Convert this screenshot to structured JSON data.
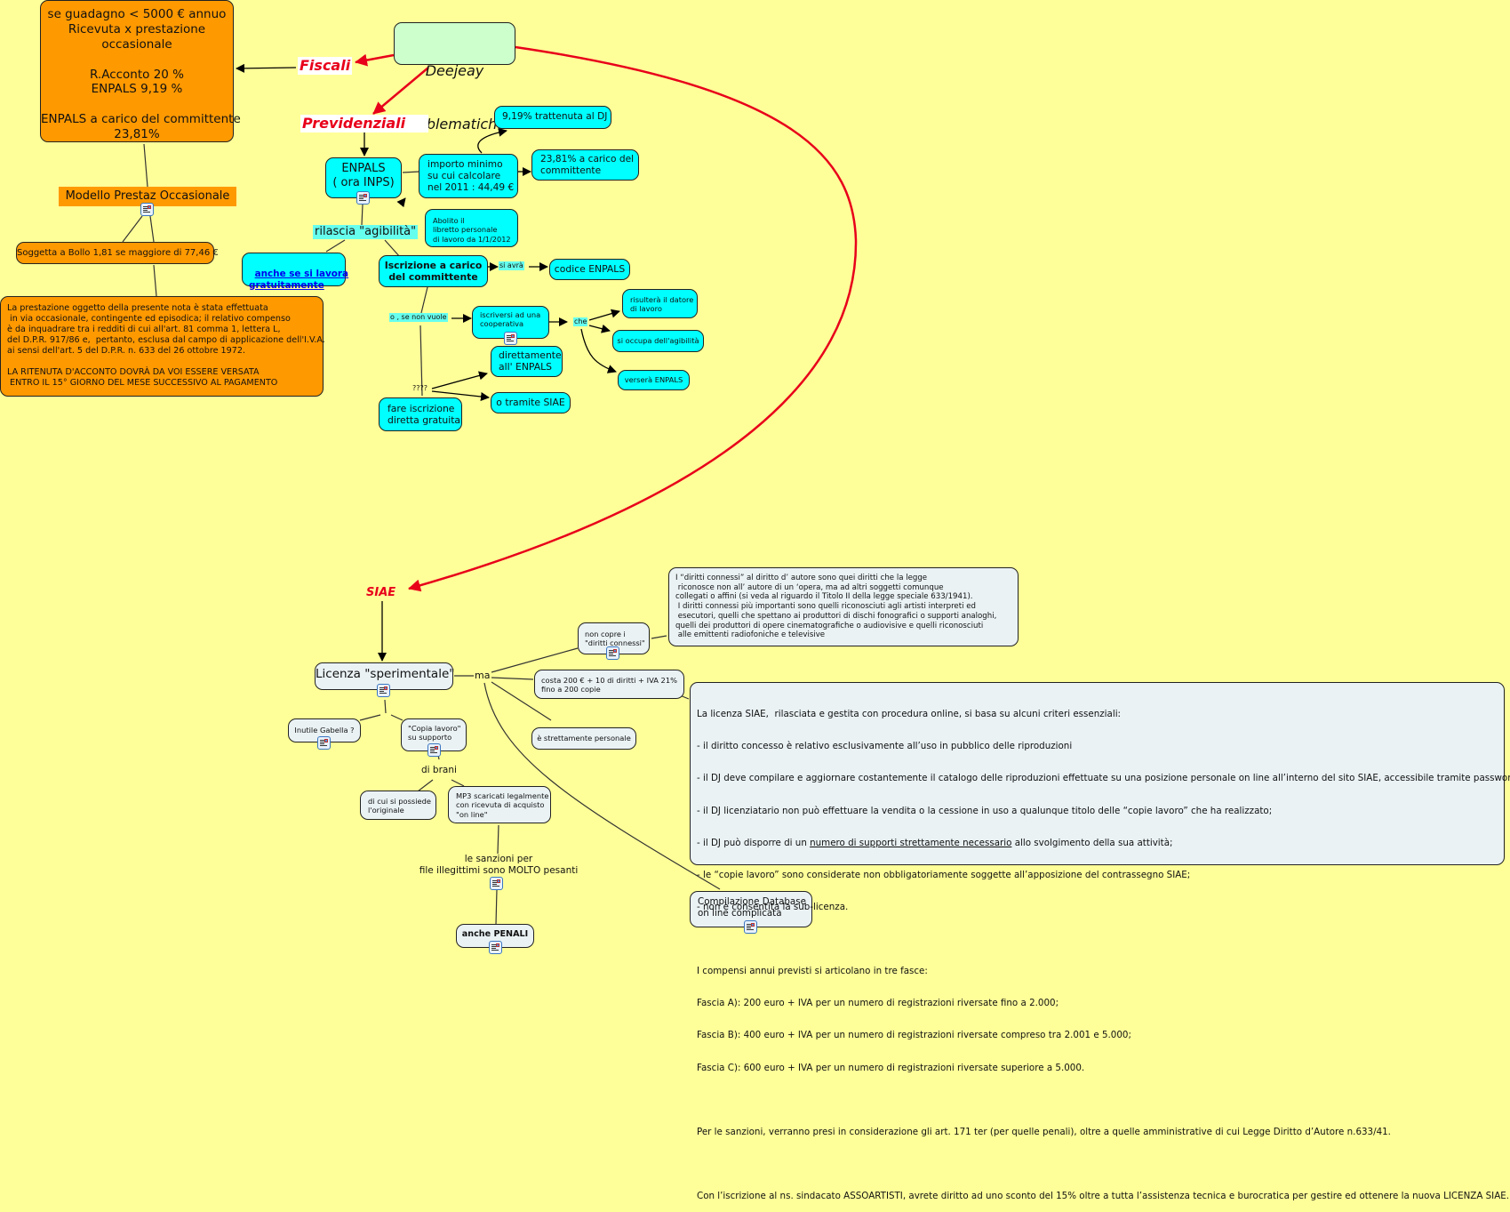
{
  "root": {
    "line1": "Deejeay",
    "line2": "Problematiche"
  },
  "categories": {
    "fiscali": "Fiscali",
    "previdenziali": "Previdenziali",
    "siae": "SIAE"
  },
  "fiscali": {
    "main_box": "se guadagno < 5000 € annuo\nRicevuta x prestazione\noccasionale\n\nR.Acconto 20 %\nENPALS 9,19 %\n\nENPALS a carico del committente\n23,81%",
    "modello": "Modello Prestaz Occasionale",
    "bollo": "Soggetta a Bollo 1,81 se maggiore di 77,46 €",
    "nota": "La prestazione oggetto della presente nota è stata effettuata\n in via occasionale, contingente ed episodica; il relativo compenso\nè da inquadrare tra i redditi di cui all'art. 81 comma 1, lettera L,\ndel D.P.R. 917/86 e,  pertanto, esclusa dal campo di applicazione dell'I.V.A.\nai sensi dell'art. 5 del D.P.R. n. 633 del 26 ottobre 1972.\n\nLA RITENUTA D'ACCONTO DOVRÀ DA VOI ESSERE VERSATA\n ENTRO IL 15° GIORNO DEL MESE SUCCESSIVO AL PAGAMENTO"
  },
  "previdenziali": {
    "enpals": "ENPALS\n( ora INPS)",
    "importo": "importo minimo\nsu cui calcolare\nnel 2011 : 44,49 €",
    "trattenuta": "9,19% trattenuta al DJ",
    "carico": "23,81% a carico del\ncommittente",
    "abolito": "Abolito il\nlibretto personale\ndi lavoro da 1/1/2012",
    "agibilita": "rilascia \"agibilità\"",
    "gratuitamente": "anche se si lavora\ngratuitamente",
    "iscrizione": "Iscrizione a carico\ndel committente",
    "si_avra": "si avrà",
    "codice": "codice ENPALS",
    "se_non_vuole": "o , se non vuole",
    "cooperativa": "iscriversi ad una\ncooperativa",
    "che": "che",
    "datore": "risulterà il datore\ndi lavoro",
    "occupa": "si occupa dell'agibilità",
    "versera": "verserà ENPALS",
    "question": "????",
    "direttamente": "direttamente\nall' ENPALS",
    "tramite_siae": "o tramite SIAE",
    "diretta": "fare iscrizione\ndiretta gratuita"
  },
  "siae": {
    "licenza": "Licenza \"sperimentale\"",
    "ma": "ma",
    "non_copre": "non copre i\n\"diritti connessi\"",
    "diritti_text": "I “diritti connessi” al diritto d’ autore sono quei diritti che la legge\n riconosce non all’ autore di un ‘opera, ma ad altri soggetti comunque\ncollegati o affini (si veda al riguardo il Titolo II della legge speciale 633/1941).\n I diritti connessi più importanti sono quelli riconosciuti agli artisti interpreti ed\n esecutori, quelli che spettano ai produttori di dischi fonografici o supporti analoghi,\nquelli dei produttori di opere cinematografiche o audiovisive e quelli riconosciuti\n alle emittenti radiofoniche e televisive",
    "costa": "costa 200 € + 10 di diritti + IVA 21%\nfino a 200 copie",
    "personale": "è strettamente personale",
    "database": "Compilazione Database\non line complicata",
    "gabella": "Inutile Gabella ?",
    "copia": "\"Copia lavoro\"\nsu supporto",
    "di_brani": "di brani",
    "originale": "di cui si possiede\nl'originale",
    "mp3": "MP3 scaricati legalmente\ncon ricevuta di acquisto\n\"on line\"",
    "sanzioni": "le sanzioni per\nfile illegittimi sono MOLTO pesanti",
    "penali": "anche PENALI",
    "info": {
      "line1": "La licenza SIAE,  rilasciata e gestita con procedura online, si basa su alcuni criteri essenziali:",
      "line2": "- il diritto concesso è relativo esclusivamente all’uso in pubblico delle riproduzioni",
      "line3": "- il DJ deve compilare e aggiornare costantemente il catalogo delle riproduzioni effettuate su una posizione personale on line all’interno del sito SIAE, accessibile tramite password;",
      "line4": "- il DJ licenziatario non può effettuare la vendita o la cessione in uso a qualunque titolo delle “copie lavoro” che ha realizzato;",
      "line5_pre": "- il DJ può disporre di un ",
      "line5_u": "numero di supporti strettamente necessario",
      "line5_post": " allo svolgimento della sua attività;",
      "line6": "- le “copie lavoro” sono considerate non obbligatoriamente soggette all’apposizione del contrassegno SIAE;",
      "line7": "- non è consentita la sub-licenza.",
      "line8": "I compensi annui previsti si articolano in tre fasce:",
      "line9": "Fascia A): 200 euro + IVA per un numero di registrazioni riversate fino a 2.000;",
      "line10": "Fascia B): 400 euro + IVA per un numero di registrazioni riversate compreso tra 2.001 e 5.000;",
      "line11": "Fascia C): 600 euro + IVA per un numero di registrazioni riversate superiore a 5.000.",
      "line12": "Per le sanzioni, verranno presi in considerazione gli art. 171 ter (per quelle penali), oltre a quelle amministrative di cui Legge Diritto d’Autore n.633/41.",
      "line13": "Con l’iscrizione al ns. sindacato ASSOARTISTI, avrete diritto ad uno sconto del 15% oltre a tutta l’assistenza tecnica e burocratica per gestire ed ottenere la nuova LICENZA SIAE."
    }
  },
  "colors": {
    "background": "#ffff99",
    "orange": "#ff9900",
    "cyan": "#00ffff",
    "pale": "#eaf2f4",
    "root": "#ccffcc",
    "category_red": "#e8001a"
  }
}
